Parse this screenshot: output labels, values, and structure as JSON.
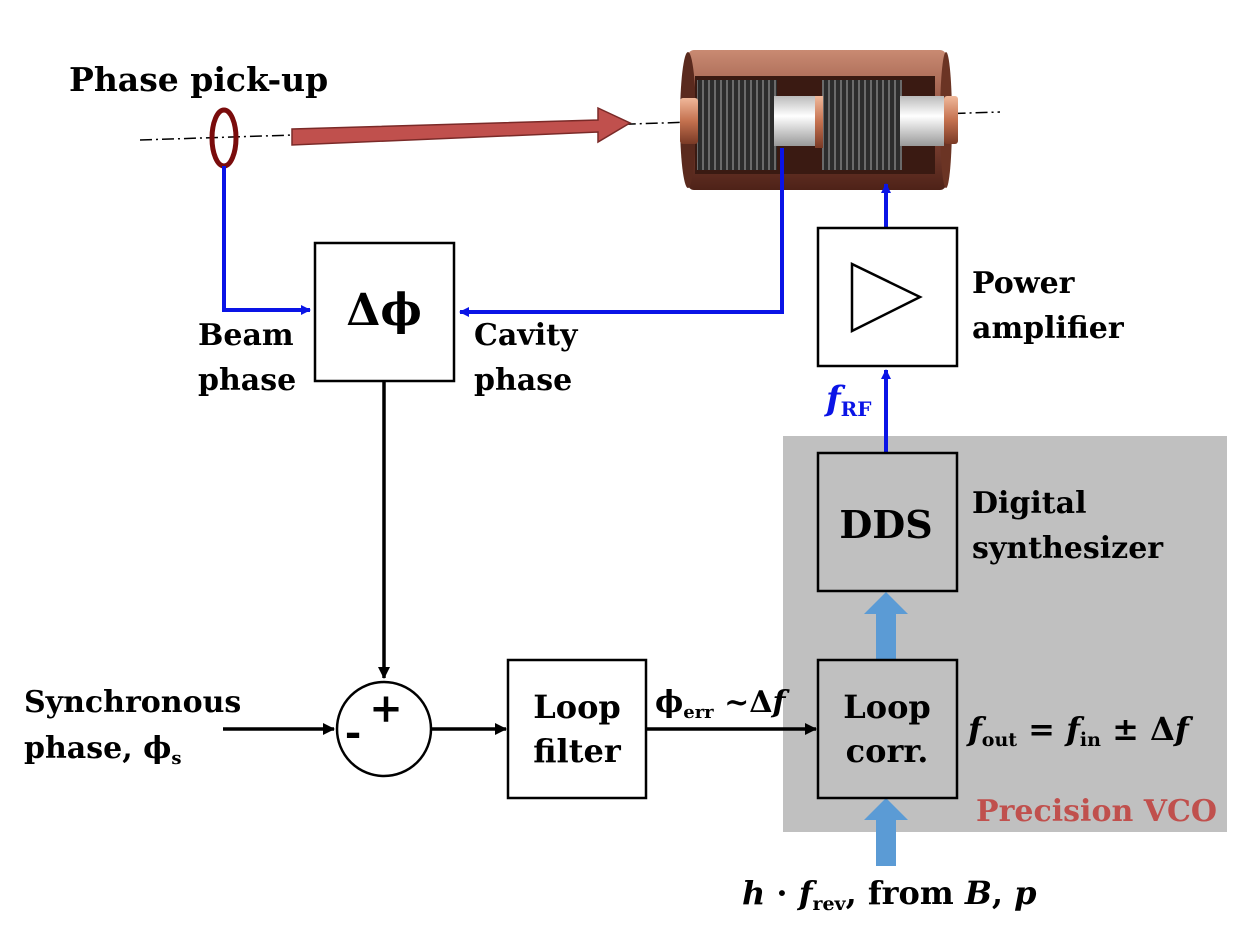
{
  "labels": {
    "phase_pickup": "Phase pick-up",
    "beam_phase_1": "Beam",
    "beam_phase_2": "phase",
    "cavity_phase_1": "Cavity",
    "cavity_phase_2": "phase",
    "delta_phi": "Δϕ",
    "power_amp_1": "Power",
    "power_amp_2": "amplifier",
    "f_rf_main": "f",
    "f_rf_sub": "RF",
    "dds": "DDS",
    "digital_synth_1": "Digital",
    "digital_synth_2": "synthesizer",
    "sync_phase_1": "Synchronous",
    "sync_phase_2": "phase, ϕ",
    "sync_phase_sub": "s",
    "sum_plus": "+",
    "sum_minus": "-",
    "loop_filter_1": "Loop",
    "loop_filter_2": "filter",
    "phi_err_main": "ϕ",
    "phi_err_sub": "err",
    "phi_err_rest": " ~Δ",
    "phi_err_f": "f",
    "loop_corr_1": "Loop",
    "loop_corr_2": "corr.",
    "fout_f1": "f",
    "fout_sub1": "out",
    "fout_eq": " = ",
    "fout_f2": "f",
    "fout_sub2": "in",
    "fout_pm": " ± Δ",
    "fout_f3": "f",
    "precision_vco": "Precision VCO",
    "bottom_h": "h",
    "bottom_dot": " · ",
    "bottom_f": "f",
    "bottom_sub": "rev",
    "bottom_rest1": ", from ",
    "bottom_B": "B",
    "bottom_comma": ", ",
    "bottom_p": "p"
  },
  "colors": {
    "signal_line": "#0a14e6",
    "control_line": "#000000",
    "thick_arrow": "#5b9bd5",
    "beam_arrow": "#c0504d",
    "vco_background": "#c0c0c0",
    "vco_label": "#c0504d",
    "pickup_ring": "#7a0c0c",
    "cavity_copper": "#8b4a3a"
  }
}
